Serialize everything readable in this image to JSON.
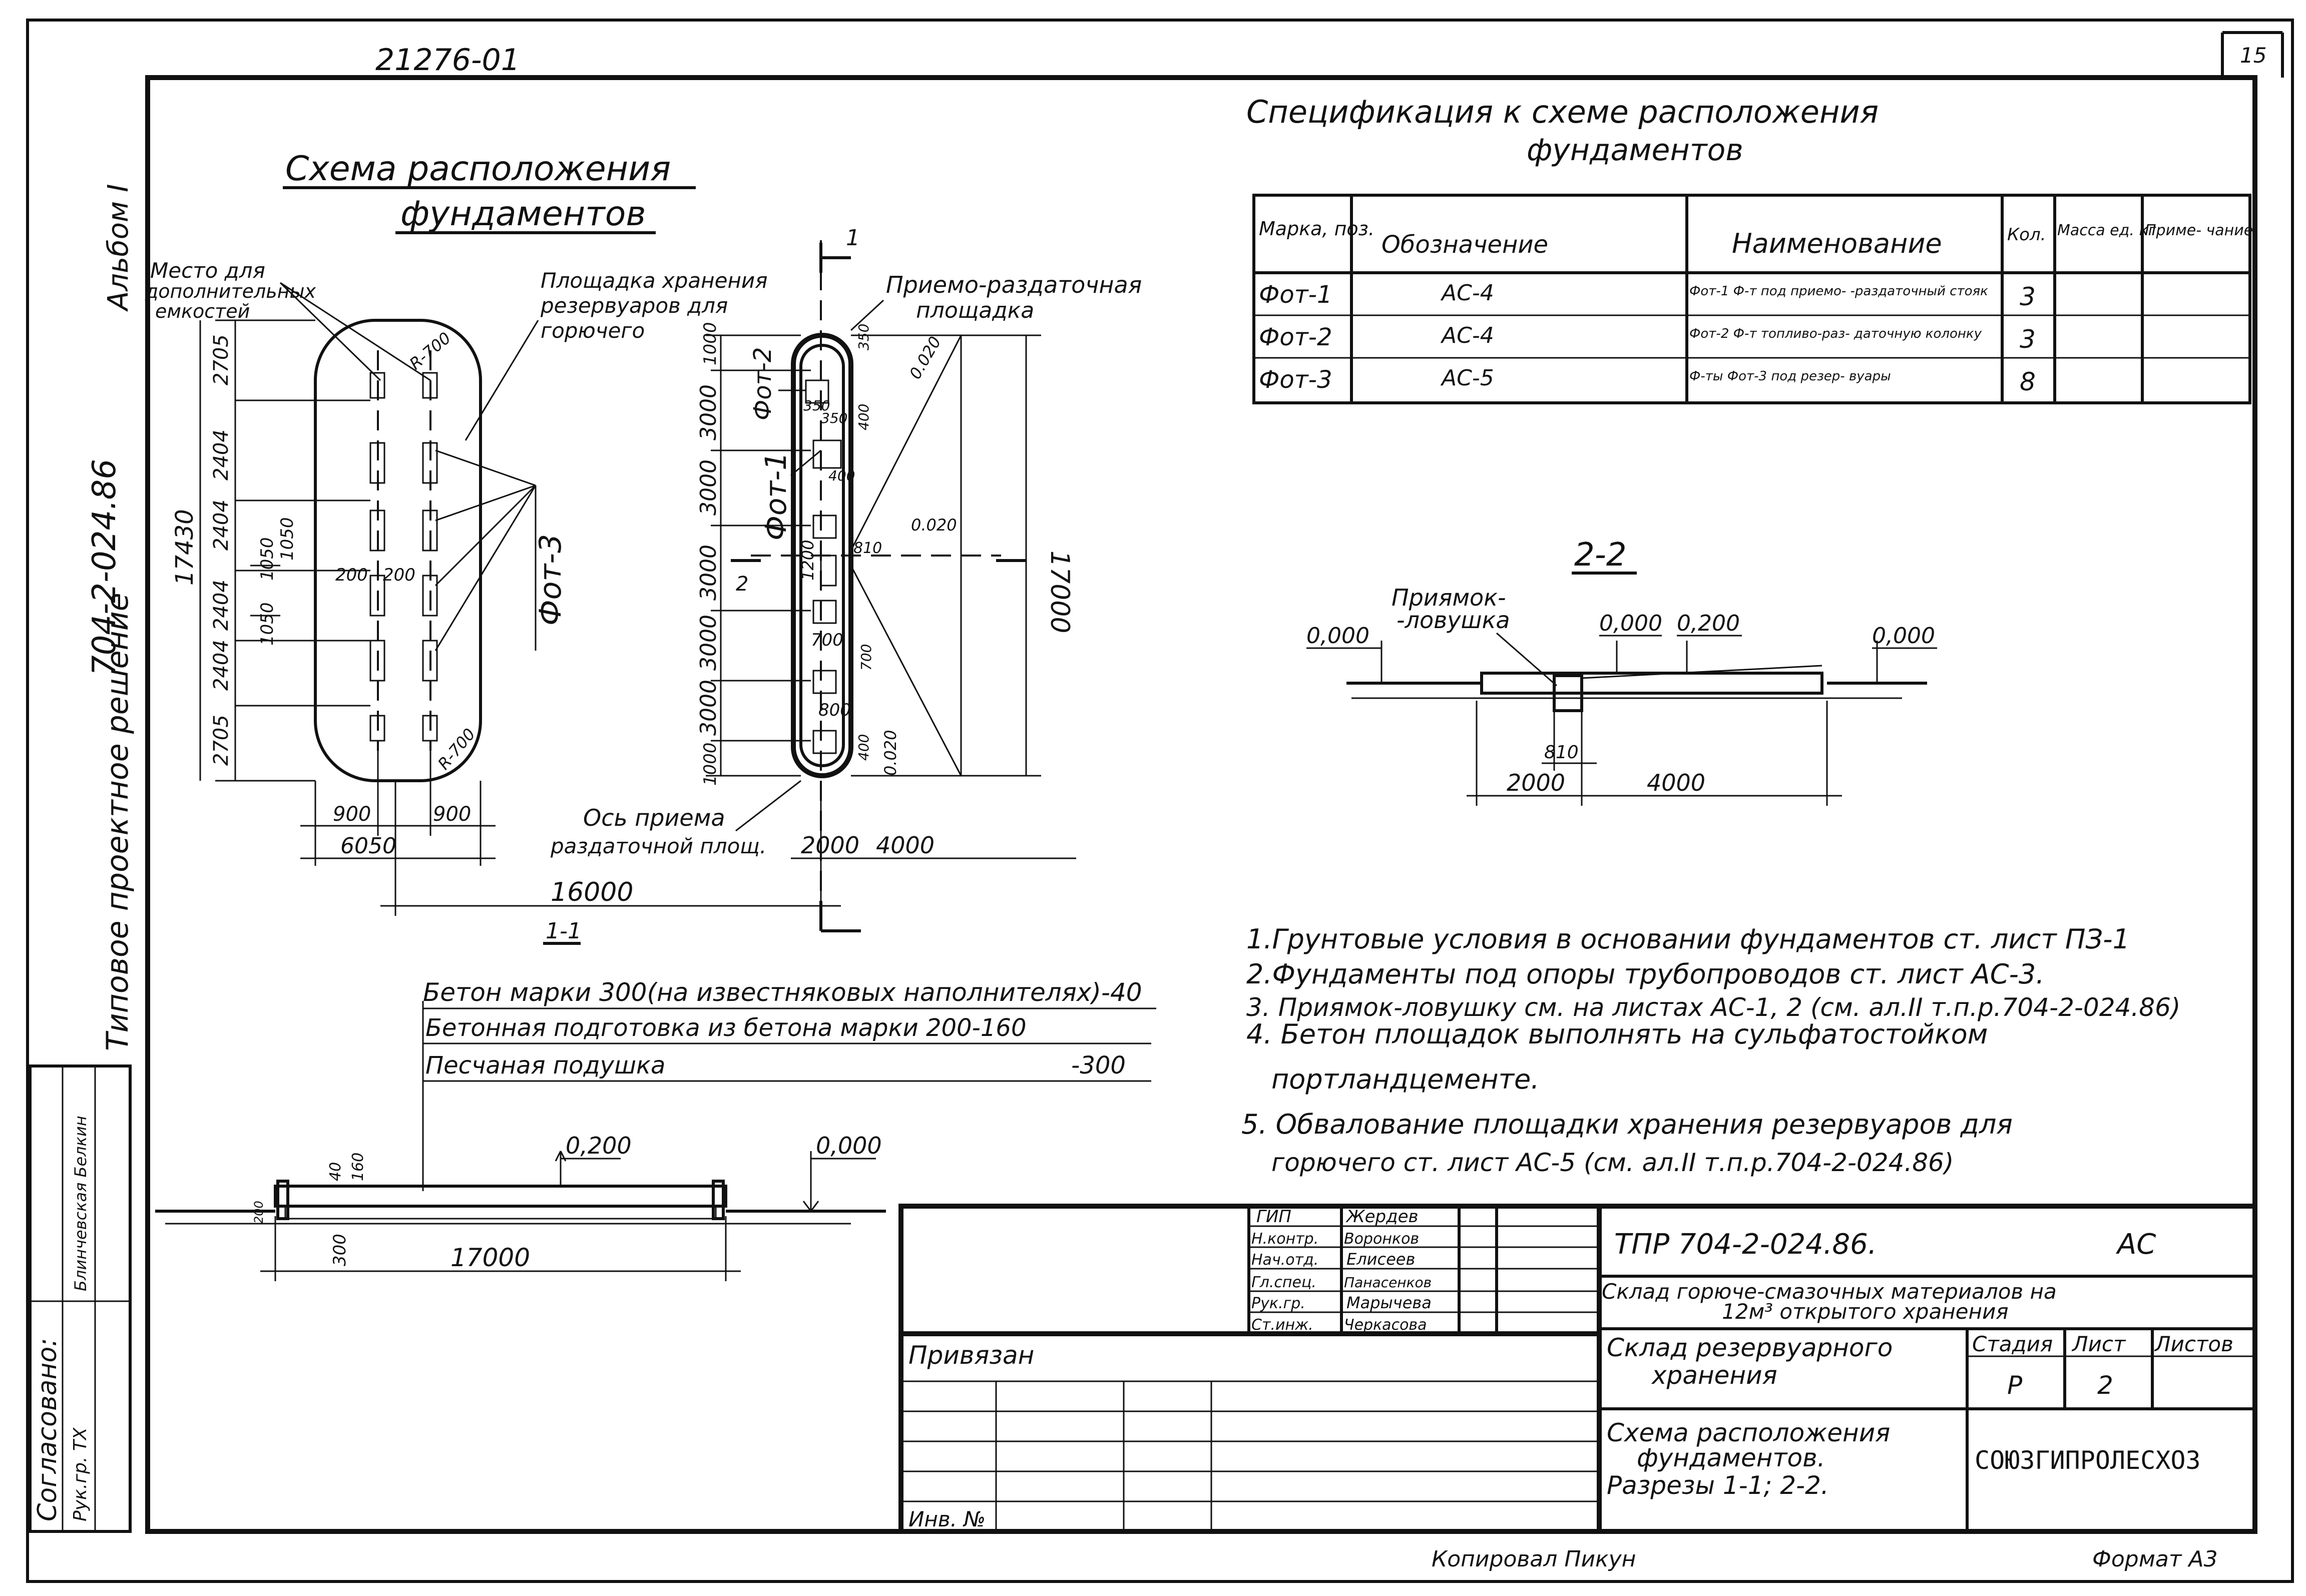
{
  "sheet": {
    "top_code": "21276-01",
    "page_number": "15",
    "copied_by": "Копировал Пикун",
    "format": "Формат А3"
  },
  "left_margin": {
    "album": "Альбом I",
    "project_code": "704-2-024.86",
    "project_type": "Типовое проектное решение",
    "approval_title": "Согласовано:",
    "approval_role": "Рук.гр. ТХ",
    "approval_name": "Блинчевская Белкин"
  },
  "plan": {
    "title_line1": "Схема расположения",
    "title_line2": "фундаментов",
    "label_tanks_place_1": "Место для",
    "label_tanks_place_2": "дополнительных",
    "label_tanks_place_3": "емкостей",
    "label_storage_1": "Площадка хранения",
    "label_storage_2": "резервуаров для",
    "label_storage_3": "горючего",
    "label_receiving_1": "Приемо-раздаточная",
    "label_receiving_2": "площадка",
    "label_axis_1": "Ось приема",
    "label_axis_2": "раздаточной площ.",
    "mark_fom1": "Фот-1",
    "mark_fom2": "Фот-2",
    "mark_fom3": "Фот-3",
    "dim_17430": "17430",
    "dim_17000": "17000",
    "dim_16000": "16000",
    "dim_6050": "6050",
    "dim_900a": "900",
    "dim_900b": "900",
    "dim_2000": "2000",
    "dim_4000": "4000",
    "dim_2705a": "2705",
    "dim_2404a": "2404",
    "dim_2404b": "2404",
    "dim_2404c": "2404",
    "dim_2404d": "2404",
    "dim_2705b": "2705",
    "dim_1050a": "1050",
    "dim_1050b": "1050",
    "dim_1050c": "1050",
    "dim_200a": "200",
    "dim_200b": "200",
    "dim_r700a": "R-700",
    "dim_r700b": "R-700",
    "dim_1000a": "1000",
    "dim_3000a": "3000",
    "dim_3000b": "3000",
    "dim_3000c": "3000",
    "dim_3000d": "3000",
    "dim_3000e": "3000",
    "dim_1000b": "1000",
    "dim_350a": "350",
    "dim_350b": "350",
    "dim_350c": "350",
    "dim_400a": "400",
    "dim_400b": "400",
    "dim_400c": "400",
    "dim_700a": "700",
    "dim_700b": "700",
    "dim_1200": "1200",
    "dim_810": "810",
    "dim_800": "800",
    "slope_a": "0.020",
    "slope_b": "0.020",
    "slope_c": "0.020",
    "section_1": "1",
    "section_2": "2",
    "section_label_11": "1-1"
  },
  "section_11": {
    "layer_1": "Бетон марки 300(на известняковых наполнителях)-40",
    "layer_2": "Бетонная подготовка из бетона марки 200-160",
    "layer_3": "Песчаная подушка",
    "layer_3_value": "-300",
    "level_200": "0,200",
    "level_000": "0,000",
    "dim_40": "40",
    "dim_160": "160",
    "dim_300": "300",
    "dim_17000": "17000",
    "dim_side": "200"
  },
  "section_22": {
    "title": "2-2",
    "trap_1": "Приямок-",
    "trap_2": "-ловушка",
    "level_left": "0,000",
    "level_mid": "0,000",
    "level_200": "0,200",
    "level_right": "0,000",
    "dim_810": "810",
    "dim_2000": "2000",
    "dim_4000": "4000"
  },
  "spec": {
    "title_line1": "Спецификация к схеме расположения",
    "title_line2": "фундаментов",
    "headers": [
      "Марка, поз.",
      "Обозначение",
      "Наименование",
      "Кол.",
      "Масса ед. кг",
      "Приме- чание"
    ],
    "rows": [
      [
        "Фот-1",
        "АС-4",
        "Фот-1 Ф-т под приемо- -раздаточный стояк",
        "3",
        "",
        ""
      ],
      [
        "Фот-2",
        "АС-4",
        "Фот-2 Ф-т топливо-раз- даточную колонку",
        "3",
        "",
        ""
      ],
      [
        "Фот-3",
        "АС-5",
        "Ф-ты Фот-3 под резер- вуары",
        "8",
        "",
        ""
      ]
    ]
  },
  "notes": [
    "1.Грунтовые условия в основании фундаментов ст. лист ПЗ-1",
    "2.Фундаменты под опоры трубопроводов ст. лист АС-3.",
    "3. Приямок-ловушку см. на листах АС-1, 2  (см. ал.II т.п.р.704-2-024.86)",
    "4. Бетон площадок выполнять на сульфатостойком",
    "портландцементе.",
    "5. Обвалование площадки хранения резервуаров для",
    "горючего ст. лист АС-5 (см. ал.II т.п.р.704-2-024.86)"
  ],
  "titleblock": {
    "roles": [
      "ГИП",
      "Н.контр.",
      "Нач.отд.",
      "Гл.спец.",
      "Рук.гр.",
      "Ст.инж."
    ],
    "names": [
      "Жердев",
      "Воронков",
      "Елисеев",
      "Панасенков",
      "Марычева",
      "Черкасова"
    ],
    "bound": "Привязан",
    "inv_no": "Инв. №",
    "doc_code": "ТПР 704-2-024.86.",
    "sheet_mark": "АС",
    "object_line1": "Склад горюче-смазочных материалов на",
    "object_line2": "12м³ открытого хранения",
    "part_line1": "Склад резервуарного",
    "part_line2": "хранения",
    "stage_header": "Стадия",
    "sheet_header": "Лист",
    "sheets_header": "Листов",
    "stage": "Р",
    "sheet": "2",
    "sheets": "",
    "drawing_line1": "Схема расположения",
    "drawing_line2": "фундаментов.",
    "drawing_line3": "Разрезы 1-1; 2-2.",
    "organization": "СОЮЗГИПРОЛЕСХОЗ"
  }
}
